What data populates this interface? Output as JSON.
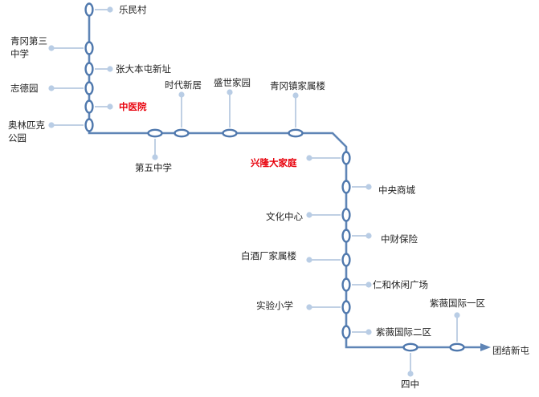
{
  "diagram": {
    "colors": {
      "route": "#5f85b6",
      "stop": "#4f78ad",
      "leader": "#c0d0e4",
      "leader_dot": "#b9cde5",
      "highlight": "#e8000b",
      "text": "#222222"
    },
    "stations": [
      {
        "id": "lemincun",
        "label": [
          "乐民村"
        ]
      },
      {
        "id": "qinggang3",
        "label": [
          "青冈第三",
          "中学"
        ]
      },
      {
        "id": "zhangdaben",
        "label": [
          "张大本屯新址"
        ]
      },
      {
        "id": "zhidezhuyuan",
        "label": [
          "志德园"
        ]
      },
      {
        "id": "zhongyiyuan",
        "label": [
          "中医院"
        ],
        "highlight": true
      },
      {
        "id": "aolinpike",
        "label": [
          "奥林匹克",
          "公园"
        ]
      },
      {
        "id": "diwu",
        "label": [
          "第五中学"
        ]
      },
      {
        "id": "shidai",
        "label": [
          "时代新居"
        ]
      },
      {
        "id": "shengshi",
        "label": [
          "盛世家园"
        ]
      },
      {
        "id": "qinggangzhen",
        "label": [
          "青冈镇家属楼"
        ]
      },
      {
        "id": "xinglong",
        "label": [
          "兴隆大家庭"
        ],
        "highlight": true
      },
      {
        "id": "zhongyang",
        "label": [
          "中央商城"
        ]
      },
      {
        "id": "wenhua",
        "label": [
          "文化中心"
        ]
      },
      {
        "id": "zhongcai",
        "label": [
          "中财保险"
        ]
      },
      {
        "id": "baijiu",
        "label": [
          "白酒厂家属楼"
        ]
      },
      {
        "id": "renhe",
        "label": [
          "仁和休闲广场"
        ]
      },
      {
        "id": "shiyan",
        "label": [
          "实验小学"
        ]
      },
      {
        "id": "ziwei2",
        "label": [
          "紫薇国际二区"
        ]
      },
      {
        "id": "sizhong",
        "label": [
          "四中"
        ]
      },
      {
        "id": "ziwei1",
        "label": [
          "紫薇国际一区"
        ]
      },
      {
        "id": "tuanjie",
        "label": [
          "团结新屯"
        ]
      }
    ]
  }
}
